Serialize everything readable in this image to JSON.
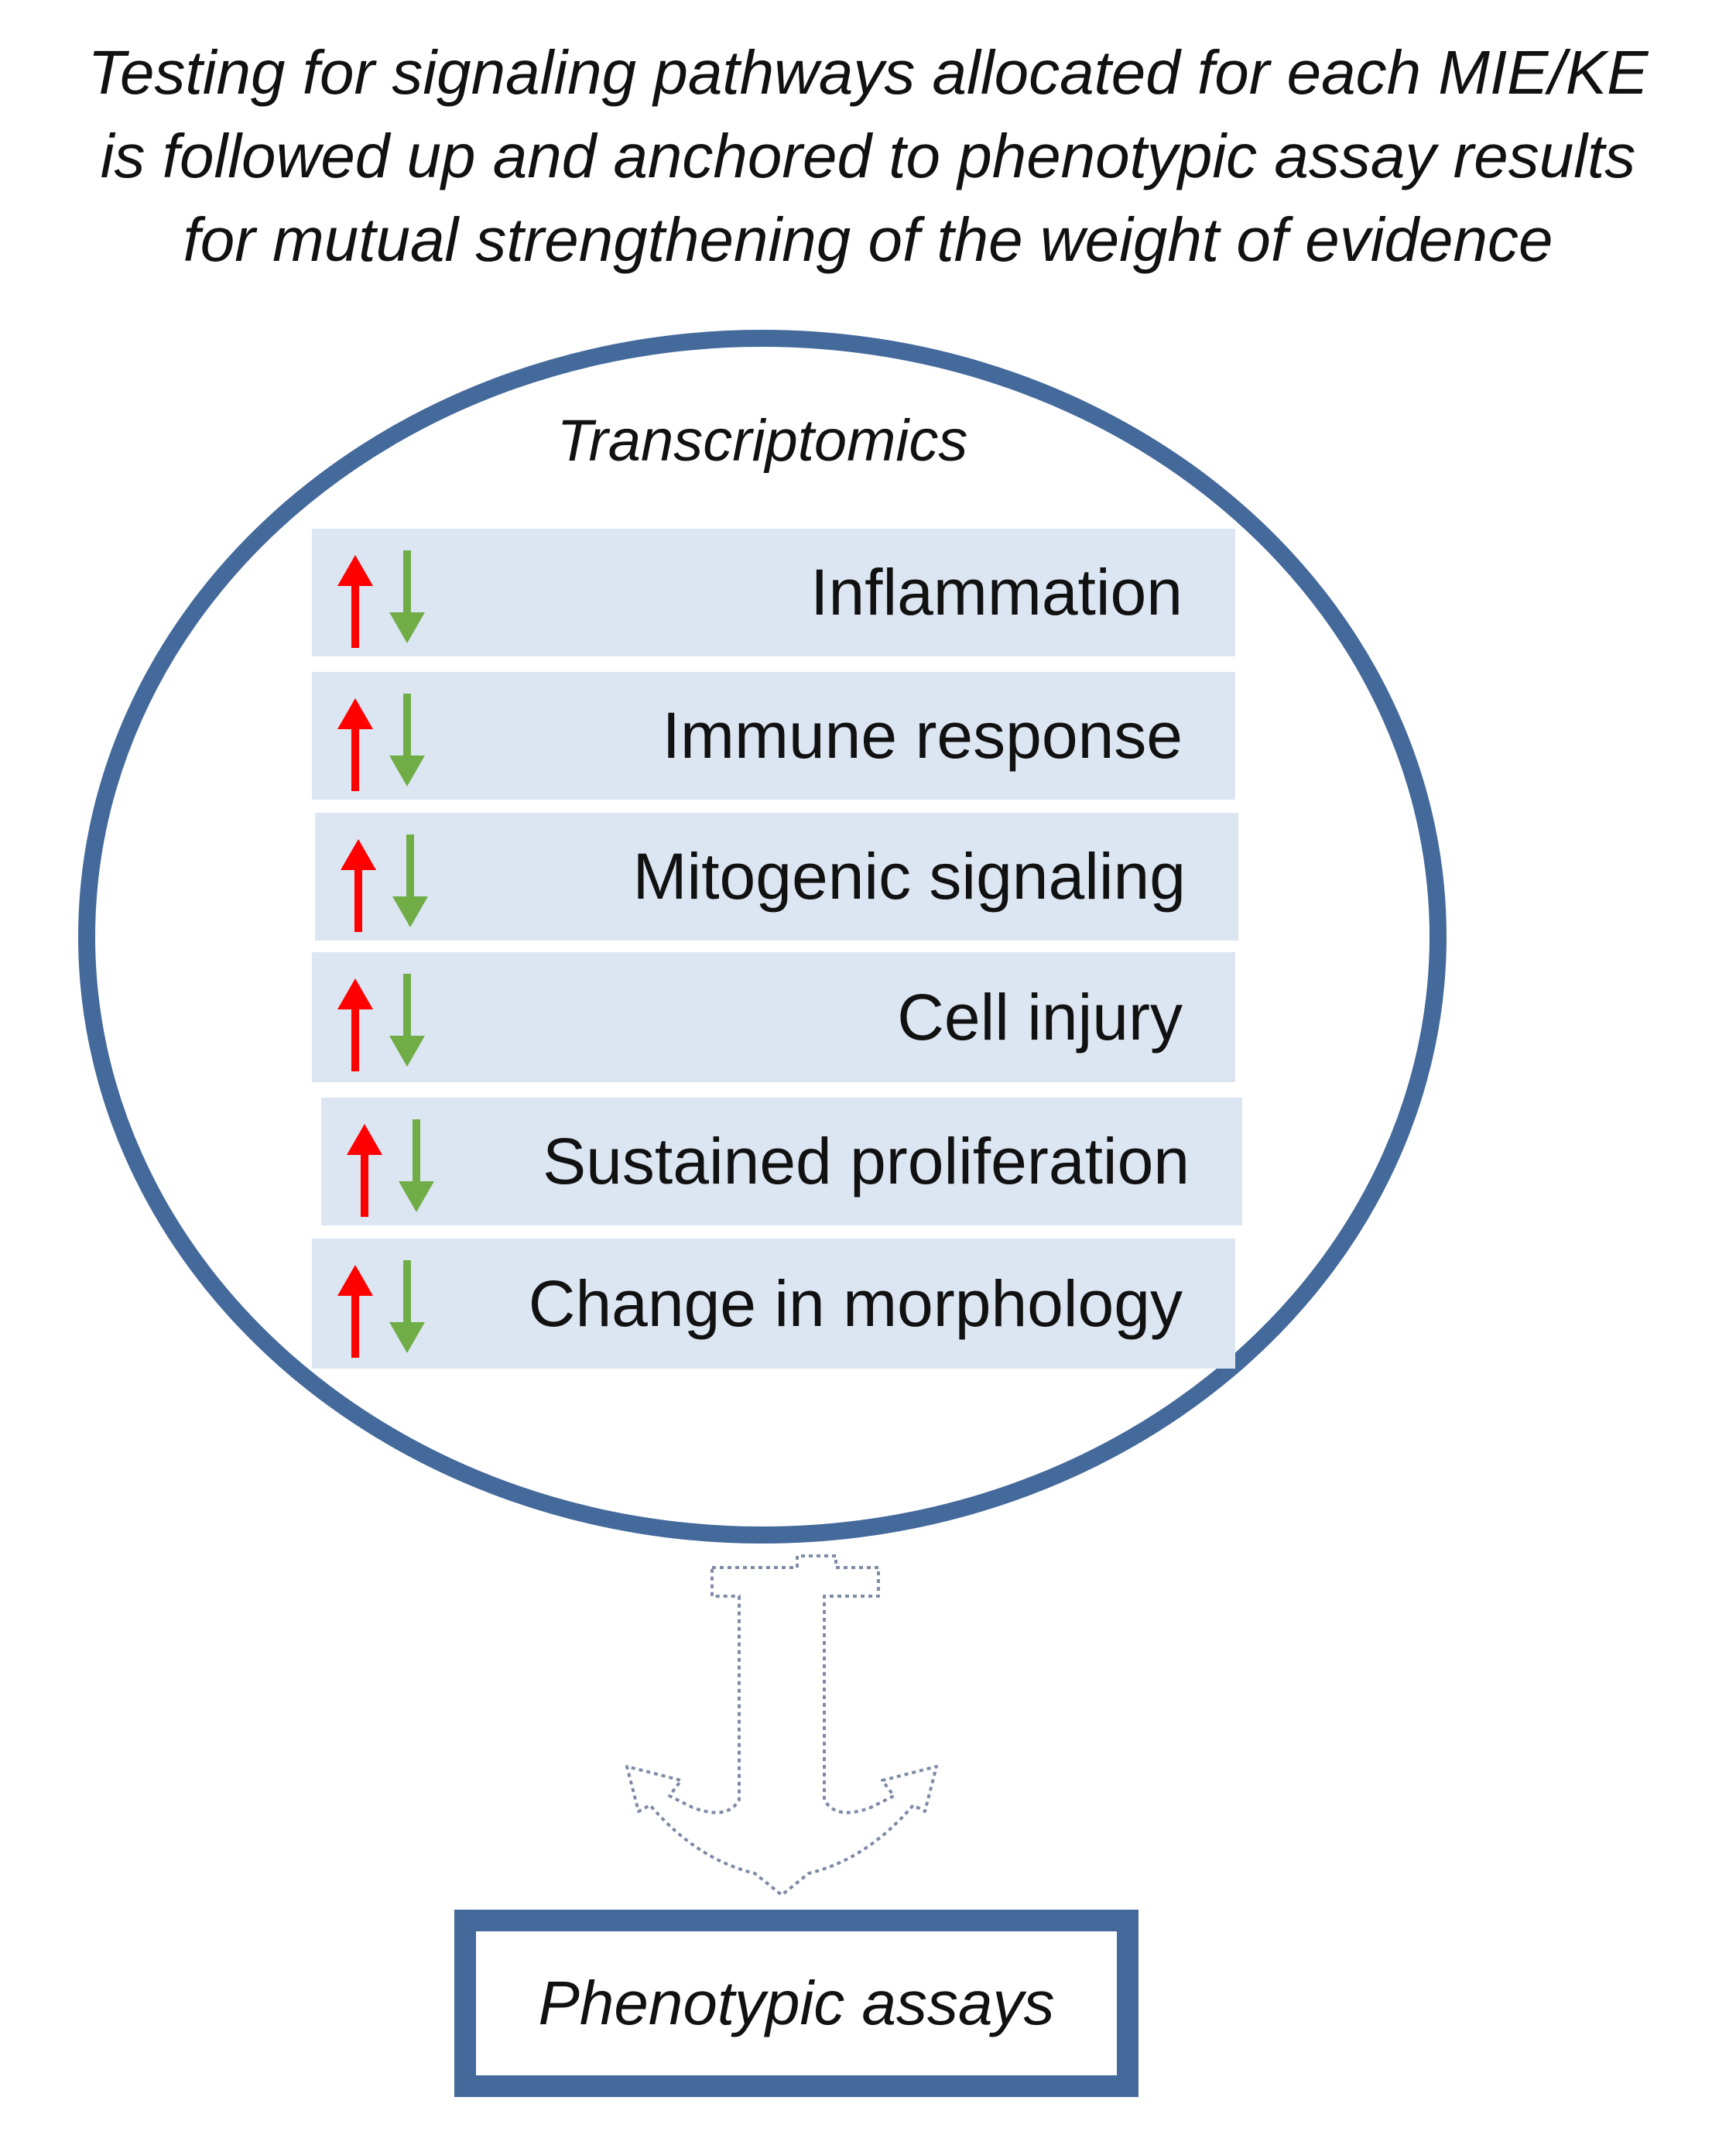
{
  "heading": {
    "lines": [
      "Testing for signaling pathways allocated for each MIE/KE",
      "is followed up and anchored to phenotypic assay results",
      "for mutual strengthening of the weight of evidence"
    ]
  },
  "transcriptomics": {
    "title": "Transcriptomics",
    "rows": [
      {
        "label": "Inflammation"
      },
      {
        "label": "Immune response"
      },
      {
        "label": "Mitogenic signaling"
      },
      {
        "label": "Cell injury"
      },
      {
        "label": "Sustained proliferation"
      },
      {
        "label": "Change in morphology"
      }
    ],
    "up_arrow": {
      "icon": "up-arrow-icon",
      "color": "#ff0000"
    },
    "down_arrow": {
      "icon": "down-arrow-icon",
      "color": "#70ad47"
    }
  },
  "connector": {
    "icon": "anchor-icon"
  },
  "phenotypic_box": {
    "label": "Phenotypic assays"
  },
  "colors": {
    "outline": "#44699b",
    "row_fill": "#dce6f2"
  }
}
